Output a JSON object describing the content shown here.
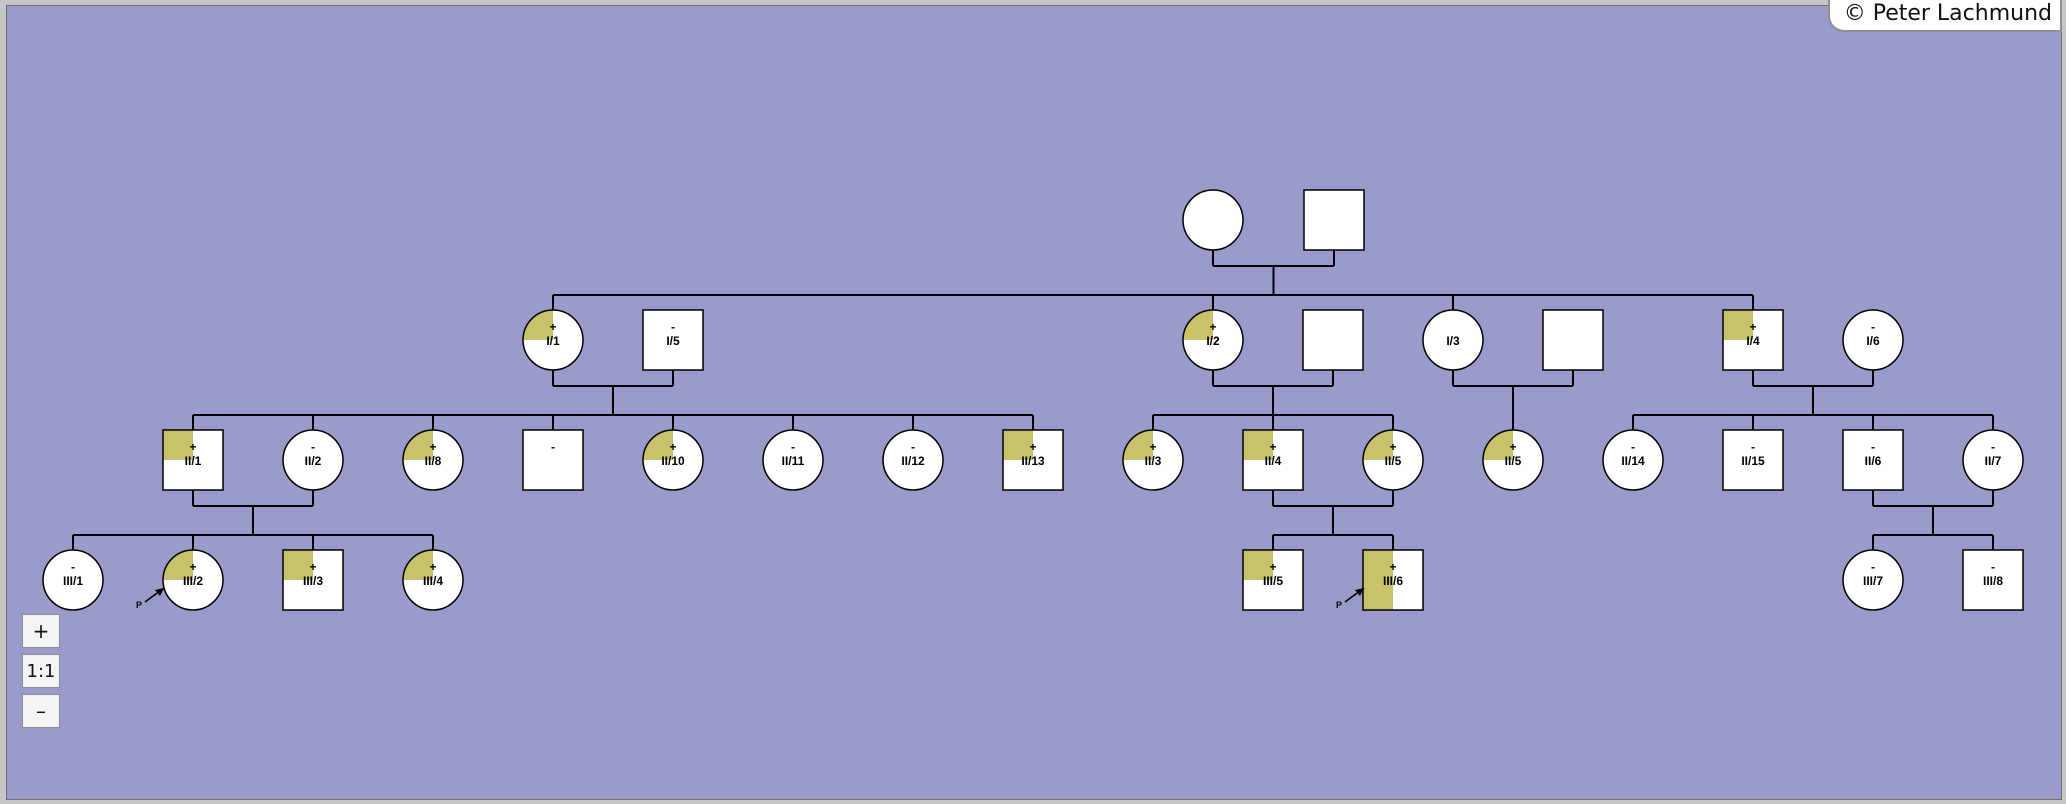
{
  "credit": "© Peter Lachmund",
  "zoom": {
    "in_label": "+",
    "reset_label": "1:1",
    "out_label": "–"
  },
  "colors": {
    "background": "#9a9bca",
    "affected": "#c8c36b",
    "line": "#000000",
    "fill": "#ffffff"
  },
  "pedigree": {
    "individuals": [
      {
        "id": "G0F",
        "sex": "female",
        "label": "",
        "status": "",
        "shade": "none"
      },
      {
        "id": "G0M",
        "sex": "male",
        "label": "",
        "status": "",
        "shade": "none"
      },
      {
        "id": "I1",
        "sex": "female",
        "label": "I/1",
        "status": "+",
        "shade": "quarter"
      },
      {
        "id": "I5",
        "sex": "male",
        "label": "I/5",
        "status": "-",
        "shade": "none"
      },
      {
        "id": "I2",
        "sex": "female",
        "label": "I/2",
        "status": "+",
        "shade": "quarter"
      },
      {
        "id": "SP1",
        "sex": "male",
        "label": "",
        "status": "",
        "shade": "none"
      },
      {
        "id": "I3",
        "sex": "female",
        "label": "I/3",
        "status": "",
        "shade": "none"
      },
      {
        "id": "SP2",
        "sex": "male",
        "label": "",
        "status": "",
        "shade": "none"
      },
      {
        "id": "I4",
        "sex": "male",
        "label": "I/4",
        "status": "+",
        "shade": "quarter"
      },
      {
        "id": "I6",
        "sex": "female",
        "label": "I/6",
        "status": "-",
        "shade": "none"
      },
      {
        "id": "II1",
        "sex": "male",
        "label": "II/1",
        "status": "+",
        "shade": "quarter"
      },
      {
        "id": "II2",
        "sex": "female",
        "label": "II/2",
        "status": "-",
        "shade": "none"
      },
      {
        "id": "II8",
        "sex": "female",
        "label": "II/8",
        "status": "+",
        "shade": "quarter"
      },
      {
        "id": "IIx",
        "sex": "male",
        "label": "",
        "status": "-",
        "shade": "none"
      },
      {
        "id": "II10",
        "sex": "female",
        "label": "II/10",
        "status": "+",
        "shade": "quarter"
      },
      {
        "id": "II11",
        "sex": "female",
        "label": "II/11",
        "status": "-",
        "shade": "none"
      },
      {
        "id": "II12",
        "sex": "female",
        "label": "II/12",
        "status": "-",
        "shade": "none"
      },
      {
        "id": "II13",
        "sex": "male",
        "label": "II/13",
        "status": "+",
        "shade": "quarter"
      },
      {
        "id": "II3",
        "sex": "female",
        "label": "II/3",
        "status": "+",
        "shade": "quarter"
      },
      {
        "id": "II4",
        "sex": "male",
        "label": "II/4",
        "status": "+",
        "shade": "quarter"
      },
      {
        "id": "II5a",
        "sex": "female",
        "label": "II/5",
        "status": "+",
        "shade": "quarter"
      },
      {
        "id": "II5b",
        "sex": "female",
        "label": "II/5",
        "status": "+",
        "shade": "quarter"
      },
      {
        "id": "II14",
        "sex": "female",
        "label": "II/14",
        "status": "-",
        "shade": "none"
      },
      {
        "id": "II15",
        "sex": "male",
        "label": "II/15",
        "status": "-",
        "shade": "none"
      },
      {
        "id": "II6",
        "sex": "male",
        "label": "II/6",
        "status": "-",
        "shade": "none"
      },
      {
        "id": "II7",
        "sex": "female",
        "label": "II/7",
        "status": "-",
        "shade": "none"
      },
      {
        "id": "III1",
        "sex": "female",
        "label": "III/1",
        "status": "-",
        "shade": "none"
      },
      {
        "id": "III2",
        "sex": "female",
        "label": "III/2",
        "status": "+",
        "shade": "quarter",
        "proband": true,
        "proband_label": "P"
      },
      {
        "id": "III3",
        "sex": "male",
        "label": "III/3",
        "status": "+",
        "shade": "quarter"
      },
      {
        "id": "III4",
        "sex": "female",
        "label": "III/4",
        "status": "+",
        "shade": "quarter"
      },
      {
        "id": "III5",
        "sex": "male",
        "label": "III/5",
        "status": "+",
        "shade": "quarter"
      },
      {
        "id": "III6",
        "sex": "male",
        "label": "III/6",
        "status": "+",
        "shade": "half",
        "proband": true,
        "proband_label": "P"
      },
      {
        "id": "III7",
        "sex": "female",
        "label": "III/7",
        "status": "-",
        "shade": "none"
      },
      {
        "id": "III8",
        "sex": "male",
        "label": "III/8",
        "status": "-",
        "shade": "none"
      }
    ],
    "families": [
      {
        "parents": [
          "G0F",
          "G0M"
        ],
        "children": [
          "I1",
          "I2",
          "I3",
          "I4"
        ]
      },
      {
        "parents": [
          "I1",
          "I5"
        ],
        "children": [
          "II1",
          "II2",
          "II8",
          "IIx",
          "II10",
          "II11",
          "II12",
          "II13"
        ]
      },
      {
        "parents": [
          "I2",
          "SP1"
        ],
        "children": [
          "II3",
          "II4",
          "II5a"
        ]
      },
      {
        "parents": [
          "I3",
          "SP2"
        ],
        "children": [
          "II5b"
        ]
      },
      {
        "parents": [
          "I4",
          "I6"
        ],
        "children": [
          "II14",
          "II15",
          "II6",
          "II7"
        ]
      },
      {
        "parents": [
          "II1",
          "II2"
        ],
        "children": [
          "III1",
          "III2",
          "III3",
          "III4"
        ]
      },
      {
        "parents": [
          "II4",
          "II5a"
        ],
        "children": [
          "III5",
          "III6"
        ]
      },
      {
        "parents": [
          "II6",
          "II7"
        ],
        "children": [
          "III7",
          "III8"
        ]
      }
    ]
  }
}
